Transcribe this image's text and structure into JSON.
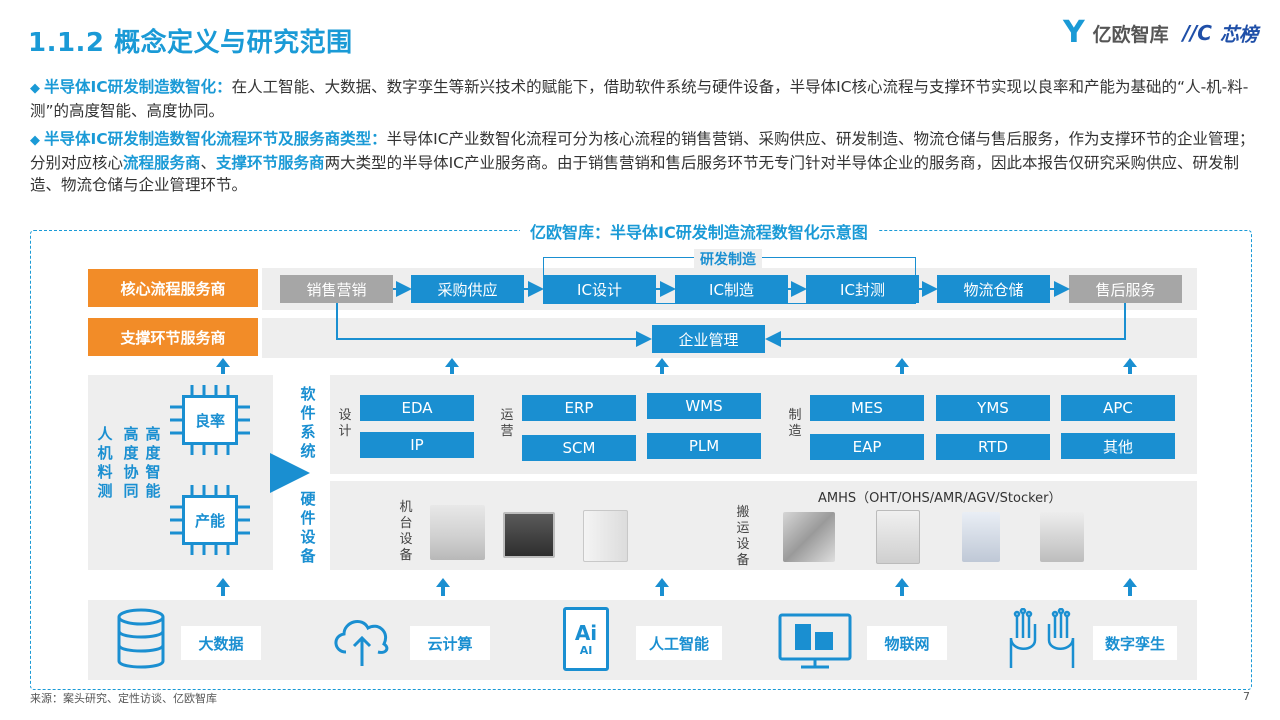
{
  "header": {
    "title": "1.1.2 概念定义与研究范围",
    "logo_y": "Y",
    "logo_text": "亿欧智库",
    "logo_mark": "//C",
    "logo_text2": "芯榜"
  },
  "paragraphs": [
    {
      "bullet": "◆",
      "heading": "半导体IC研发制造数智化：",
      "body": "在人工智能、大数据、数字孪生等新兴技术的赋能下，借助软件系统与硬件设备，半导体IC核心流程与支撑环节实现以良率和产能为基础的“人-机-料-测”的高度智能、高度协同。"
    },
    {
      "bullet": "◆",
      "heading": "半导体IC研发制造数智化流程环节及服务商类型：",
      "body1": "半导体IC产业数智化流程可分为核心流程的销售营销、采购供应、研发制造、物流仓储与售后服务，作为支撑环节的企业管理；分别对应核心",
      "hl1": "流程服务商",
      "sep": "、",
      "hl2": "支撑环节服务商",
      "body2": "两大类型的半导体IC产业服务商。由于销售营销和售后服务环节无专门针对半导体企业的服务商，因此本报告仅研究采购供应、研发制造、物流仓储与企业管理环节。"
    }
  ],
  "diagram": {
    "title": "亿欧智库：半导体IC研发制造流程数智化示意图",
    "core_label": "核心流程服务商",
    "support_label": "支撑环节服务商",
    "rd_label": "研发制造",
    "flow": {
      "sales": "销售营销",
      "purchase": "采购供应",
      "ic_design": "IC设计",
      "ic_mfg": "IC制造",
      "ic_test": "IC封测",
      "logistics": "物流仓储",
      "after_sales": "售后服务"
    },
    "enterprise": "企业管理",
    "left": {
      "chip1": "良率",
      "chip2": "产能",
      "col1": "人机料测",
      "col2": "高度协同",
      "col3": "高度智能"
    },
    "software": {
      "label": "软件系统",
      "design_label": "设计",
      "ops_label": "运营",
      "mfg_label": "制造",
      "eda": "EDA",
      "ip": "IP",
      "erp": "ERP",
      "scm": "SCM",
      "wms": "WMS",
      "plm": "PLM",
      "mes": "MES",
      "eap": "EAP",
      "yms": "YMS",
      "rtd": "RTD",
      "apc": "APC",
      "other": "其他"
    },
    "hardware": {
      "label": "硬件设备",
      "machine_label": "机台设备",
      "transport_label": "搬运设备",
      "amhs": "AMHS（OHT/OHS/AMR/AGV/Stocker）"
    },
    "tech": {
      "bigdata": "大数据",
      "cloud": "云计算",
      "ai": "人工智能",
      "ai_icon": "Ai",
      "ai_icon_sub": "AI",
      "iot": "物联网",
      "twin": "数字孪生"
    }
  },
  "footer": {
    "source": "来源：案头研究、定性访谈、亿欧智库",
    "page": "7"
  },
  "colors": {
    "accent": "#1a9ad6",
    "orange": "#f28c28",
    "gray": "#a6a6a6",
    "blue": "#1a8fd1"
  }
}
